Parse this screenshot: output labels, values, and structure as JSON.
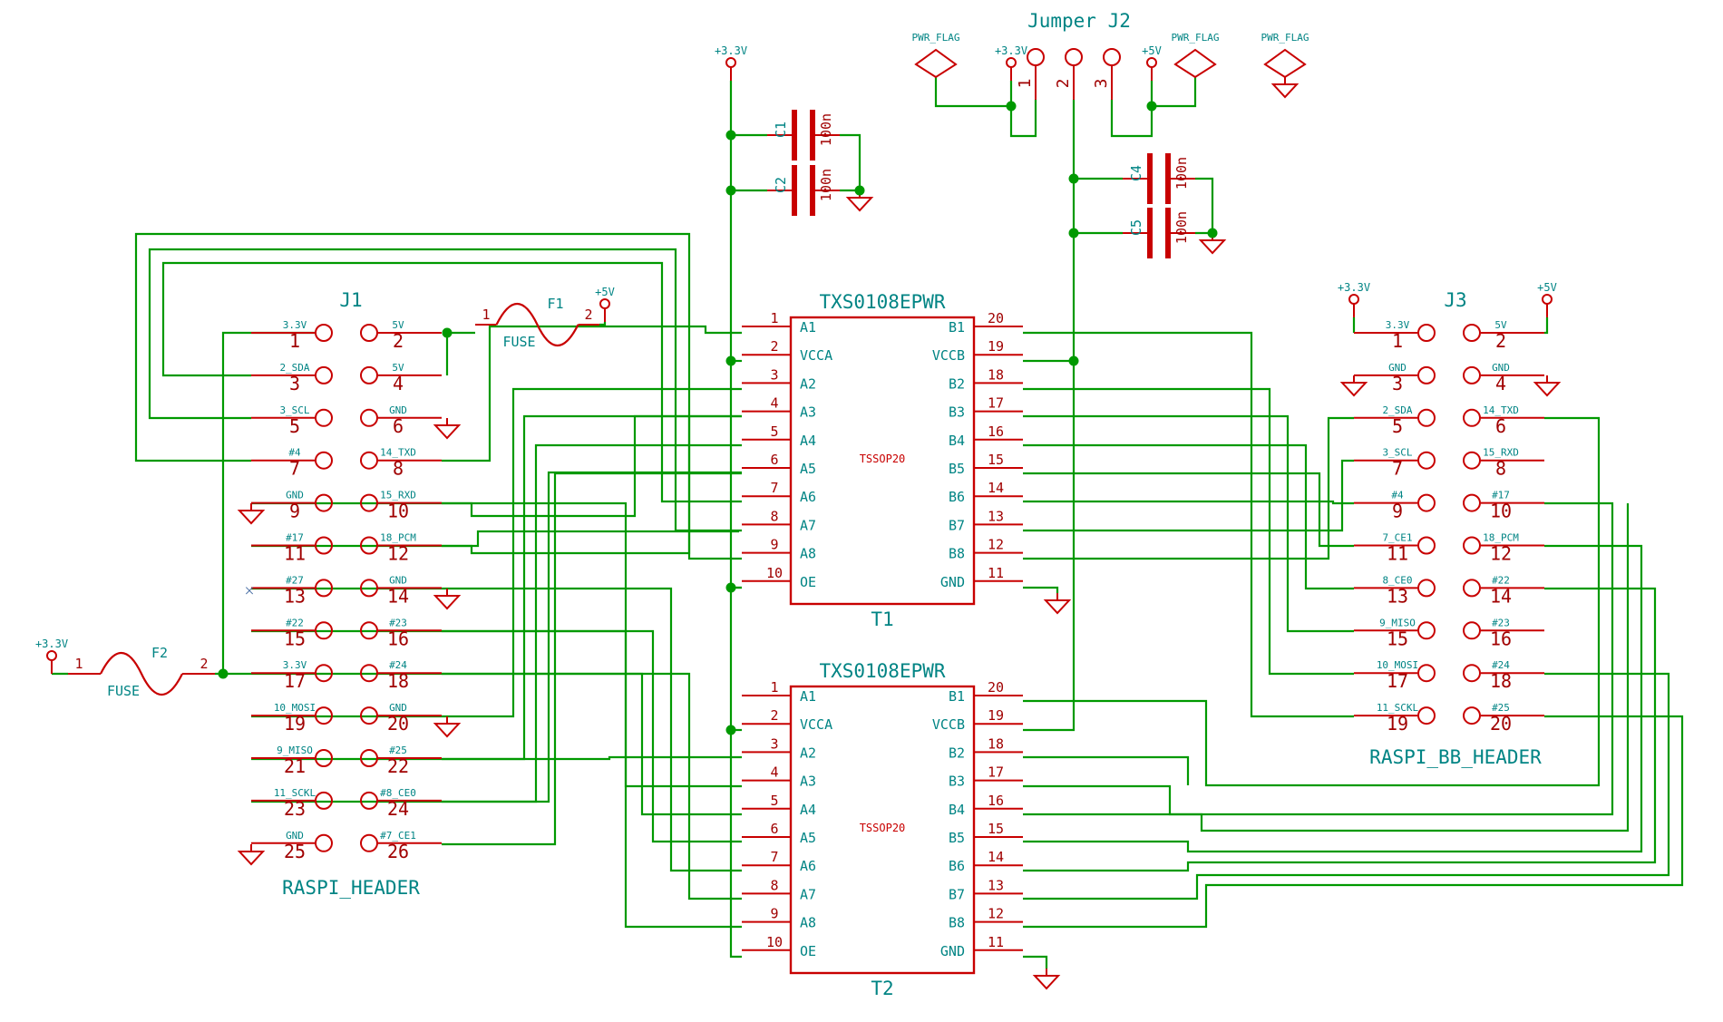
{
  "colors": {
    "wire": "#009900",
    "body": "#c80000",
    "label": "#008484",
    "pin": "#a00000",
    "junction": "#009900"
  },
  "power_symbols": [
    "+3.3V",
    "+3.3V",
    "+5V",
    "+3.3V",
    "+5V",
    "+3.3V",
    "+5V"
  ],
  "pwr_flags": [
    "PWR_FLAG",
    "PWR_FLAG",
    "PWR_FLAG"
  ],
  "jumper": {
    "title": "Jumper J2",
    "pins": [
      "1",
      "2",
      "3"
    ]
  },
  "caps": [
    {
      "ref": "C1",
      "value": "100n"
    },
    {
      "ref": "C2",
      "value": "100n"
    },
    {
      "ref": "C4",
      "value": "100n"
    },
    {
      "ref": "C5",
      "value": "100n"
    }
  ],
  "fuses": [
    {
      "ref": "F1",
      "value": "FUSE",
      "pin_a": "1",
      "pin_b": "2"
    },
    {
      "ref": "F2",
      "value": "FUSE",
      "pin_a": "1",
      "pin_b": "2"
    }
  ],
  "translators": [
    {
      "part": "TXS0108EPWR",
      "ref": "T1",
      "package": "TSSOP20",
      "left_pins": [
        {
          "num": "1",
          "name": "A1"
        },
        {
          "num": "2",
          "name": "VCCA"
        },
        {
          "num": "3",
          "name": "A2"
        },
        {
          "num": "4",
          "name": "A3"
        },
        {
          "num": "5",
          "name": "A4"
        },
        {
          "num": "6",
          "name": "A5"
        },
        {
          "num": "7",
          "name": "A6"
        },
        {
          "num": "8",
          "name": "A7"
        },
        {
          "num": "9",
          "name": "A8"
        },
        {
          "num": "10",
          "name": "OE"
        }
      ],
      "right_pins": [
        {
          "num": "20",
          "name": "B1"
        },
        {
          "num": "19",
          "name": "VCCB"
        },
        {
          "num": "18",
          "name": "B2"
        },
        {
          "num": "17",
          "name": "B3"
        },
        {
          "num": "16",
          "name": "B4"
        },
        {
          "num": "15",
          "name": "B5"
        },
        {
          "num": "14",
          "name": "B6"
        },
        {
          "num": "13",
          "name": "B7"
        },
        {
          "num": "12",
          "name": "B8"
        },
        {
          "num": "11",
          "name": "GND"
        }
      ]
    },
    {
      "part": "TXS0108EPWR",
      "ref": "T2",
      "package": "TSSOP20",
      "left_pins": [
        {
          "num": "1",
          "name": "A1"
        },
        {
          "num": "2",
          "name": "VCCA"
        },
        {
          "num": "3",
          "name": "A2"
        },
        {
          "num": "4",
          "name": "A3"
        },
        {
          "num": "5",
          "name": "A4"
        },
        {
          "num": "6",
          "name": "A5"
        },
        {
          "num": "7",
          "name": "A6"
        },
        {
          "num": "8",
          "name": "A7"
        },
        {
          "num": "9",
          "name": "A8"
        },
        {
          "num": "10",
          "name": "OE"
        }
      ],
      "right_pins": [
        {
          "num": "20",
          "name": "B1"
        },
        {
          "num": "19",
          "name": "VCCB"
        },
        {
          "num": "18",
          "name": "B2"
        },
        {
          "num": "17",
          "name": "B3"
        },
        {
          "num": "16",
          "name": "B4"
        },
        {
          "num": "15",
          "name": "B5"
        },
        {
          "num": "14",
          "name": "B6"
        },
        {
          "num": "13",
          "name": "B7"
        },
        {
          "num": "12",
          "name": "B8"
        },
        {
          "num": "11",
          "name": "GND"
        }
      ]
    }
  ],
  "headers": [
    {
      "ref": "J1",
      "value": "RASPI_HEADER",
      "pins": [
        {
          "num": "1",
          "name": "3.3V"
        },
        {
          "num": "2",
          "name": "5V"
        },
        {
          "num": "3",
          "name": "2_SDA"
        },
        {
          "num": "4",
          "name": "5V"
        },
        {
          "num": "5",
          "name": "3_SCL"
        },
        {
          "num": "6",
          "name": "GND"
        },
        {
          "num": "7",
          "name": "#4"
        },
        {
          "num": "8",
          "name": "14_TXD"
        },
        {
          "num": "9",
          "name": "GND"
        },
        {
          "num": "10",
          "name": "15_RXD"
        },
        {
          "num": "11",
          "name": "#17"
        },
        {
          "num": "12",
          "name": "18_PCM"
        },
        {
          "num": "13",
          "name": "#27"
        },
        {
          "num": "14",
          "name": "GND"
        },
        {
          "num": "15",
          "name": "#22"
        },
        {
          "num": "16",
          "name": "#23"
        },
        {
          "num": "17",
          "name": "3.3V"
        },
        {
          "num": "18",
          "name": "#24"
        },
        {
          "num": "19",
          "name": "10_MOSI"
        },
        {
          "num": "20",
          "name": "GND"
        },
        {
          "num": "21",
          "name": "9_MISO"
        },
        {
          "num": "22",
          "name": "#25"
        },
        {
          "num": "23",
          "name": "11_SCKL"
        },
        {
          "num": "24",
          "name": "#8_CE0"
        },
        {
          "num": "25",
          "name": "GND"
        },
        {
          "num": "26",
          "name": "#7_CE1"
        }
      ]
    },
    {
      "ref": "J3",
      "value": "RASPI_BB_HEADER",
      "pins": [
        {
          "num": "1",
          "name": "3.3V"
        },
        {
          "num": "2",
          "name": "5V"
        },
        {
          "num": "3",
          "name": "GND"
        },
        {
          "num": "4",
          "name": "GND"
        },
        {
          "num": "5",
          "name": "2_SDA"
        },
        {
          "num": "6",
          "name": "14_TXD"
        },
        {
          "num": "7",
          "name": "3_SCL"
        },
        {
          "num": "8",
          "name": "15_RXD"
        },
        {
          "num": "9",
          "name": "#4"
        },
        {
          "num": "10",
          "name": "#17"
        },
        {
          "num": "11",
          "name": "7_CE1"
        },
        {
          "num": "12",
          "name": "18_PCM"
        },
        {
          "num": "13",
          "name": "8_CE0"
        },
        {
          "num": "14",
          "name": "#22"
        },
        {
          "num": "15",
          "name": "9_MISO"
        },
        {
          "num": "16",
          "name": "#23"
        },
        {
          "num": "17",
          "name": "10_MOSI"
        },
        {
          "num": "18",
          "name": "#24"
        },
        {
          "num": "19",
          "name": "11_SCKL"
        },
        {
          "num": "20",
          "name": "#25"
        }
      ]
    }
  ]
}
